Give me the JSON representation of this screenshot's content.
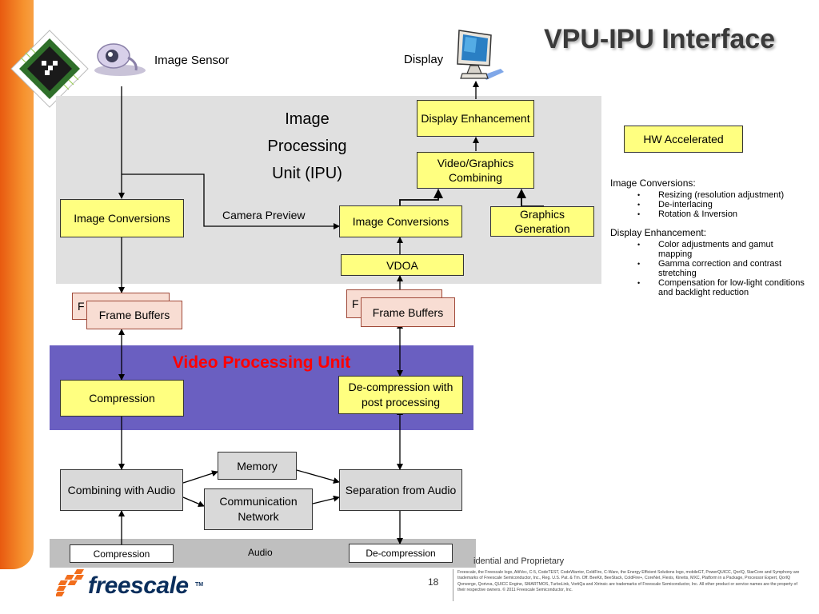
{
  "title": "VPU-IPU Interface",
  "labels": {
    "image_sensor": "Image Sensor",
    "display": "Display",
    "ipu": [
      "Image",
      "Processing",
      "Unit (IPU)"
    ],
    "camera_preview": "Camera Preview",
    "vpu": "Video Processing Unit",
    "audio": "Audio"
  },
  "boxes": {
    "display_enhancement": "Display Enhancement",
    "video_graphics_combining": "Video/Graphics Combining",
    "image_conversions_left": "Image Conversions",
    "image_conversions_right": "Image Conversions",
    "graphics_generation": "Graphics Generation",
    "vdoa": "VDOA",
    "frame_buffers_back_left": "F",
    "frame_buffers_left": "Frame Buffers",
    "frame_buffers_back_right": "F",
    "frame_buffers_right": "Frame Buffers",
    "compression_vpu": "Compression",
    "decompression_post": "De-compression with post processing",
    "memory": "Memory",
    "combining_audio": "Combining with Audio",
    "communication_network": "Communication Network",
    "separation_audio": "Separation from Audio",
    "compression_audio": "Compression",
    "decompression_audio": "De-compression"
  },
  "legend": {
    "hw_accelerated": "HW Accelerated"
  },
  "notes": {
    "image_conversions": {
      "heading": "Image Conversions:",
      "items": [
        "Resizing (resolution adjustment)",
        "De-interlacing",
        "Rotation & Inversion"
      ]
    },
    "display_enhancement": {
      "heading": "Display Enhancement:",
      "items": [
        "Color adjustments and gamut mapping",
        "Gamma correction and contrast stretching",
        "Compensation for low-light conditions and backlight reduction"
      ]
    }
  },
  "footer": {
    "brand": "freescale",
    "tm": "TM",
    "page_number": "18",
    "confidential": "idential and Proprietary",
    "legal": "Freescale, the Freescale logo, AltiVec, C-5, CodeTEST, CodeWarrior, ColdFire, C-Ware, the Energy Efficient Solutions logo, mobileGT, PowerQUICC, QorIQ, StarCore and Symphony are trademarks of Freescale Semiconductor, Inc., Reg. U.S. Pat. & Tm. Off. BeeKit, BeeStack, ColdFire+, CoreNet, Flexis, Kinetis, MXC, Platform in a Package, Processor Expert, QorIQ Qonverge, Qorivva, QUICC Engine, SMARTMOS, TurboLink, VortiQa and Xtrinsic are trademarks of Freescale Semiconductor, Inc. All other product or service names are the property of their respective owners. © 2011 Freescale Semiconductor, Inc."
  },
  "colors": {
    "ipu_bg": "#e0e0e0",
    "vpu_bg": "#6a5fc1",
    "vpu_title": "#ff0000",
    "box_yellow": "#ffff80",
    "frame_buffer": "#f8ddd3",
    "accent_orange": "#f26e1d"
  }
}
